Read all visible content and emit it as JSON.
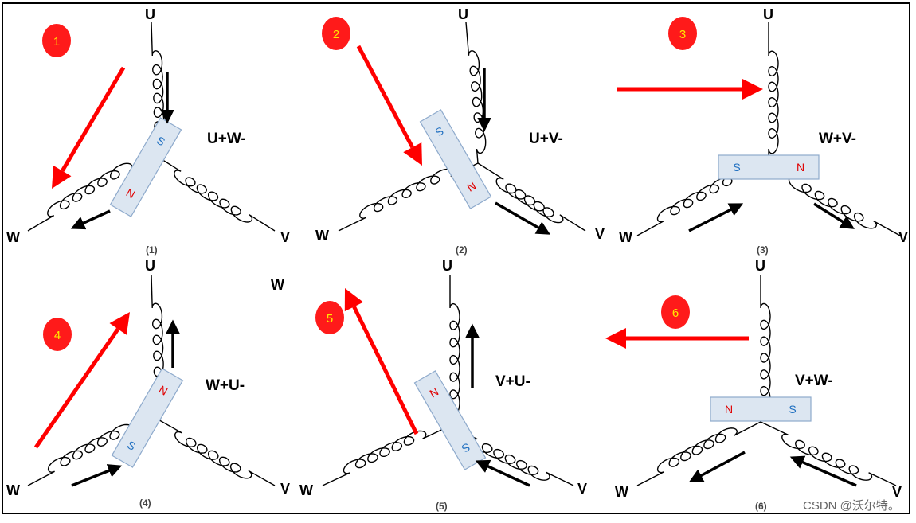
{
  "figure": {
    "panels": [
      {
        "caption": "(1)",
        "label": "U+W-",
        "badge": "1",
        "terminals": {
          "u": "U",
          "v": "V",
          "w": "W"
        },
        "magnet": {
          "n": "N",
          "s": "S"
        }
      },
      {
        "caption": "(2)",
        "label": "U+V-",
        "badge": "2",
        "terminals": {
          "u": "U",
          "v": "V",
          "w": "W"
        },
        "magnet": {
          "n": "N",
          "s": "S"
        }
      },
      {
        "caption": "(3)",
        "label": "W+V-",
        "badge": "3",
        "terminals": {
          "u": "U",
          "v": "V",
          "w": "W"
        },
        "magnet": {
          "n": "N",
          "s": "S"
        }
      },
      {
        "caption": "(4)",
        "label": "W+U-",
        "badge": "4",
        "terminals": {
          "u": "U",
          "v": "V",
          "w": "W"
        },
        "magnet": {
          "n": "N",
          "s": "S"
        }
      },
      {
        "caption": "(5)",
        "label": "V+U-",
        "badge": "5",
        "terminals": {
          "u": "U",
          "v": "V",
          "w": "W"
        },
        "magnet": {
          "n": "N",
          "s": "S"
        }
      },
      {
        "caption": "(6)",
        "label": "V+W-",
        "badge": "6",
        "terminals": {
          "u": "U",
          "v": "V",
          "w": "W"
        },
        "magnet": {
          "n": "N",
          "s": "S"
        }
      }
    ],
    "stray_label": "W",
    "watermark": "CSDN @沃尔特。"
  },
  "colors": {
    "arrow_red": "#ff0000",
    "badge_fill": "#ff1a1a",
    "badge_text": "#ffe800",
    "magnet_fill": "#dce6f1",
    "magnet_border": "#8eaacc",
    "north": "#e00000",
    "south": "#1f6fc0"
  }
}
